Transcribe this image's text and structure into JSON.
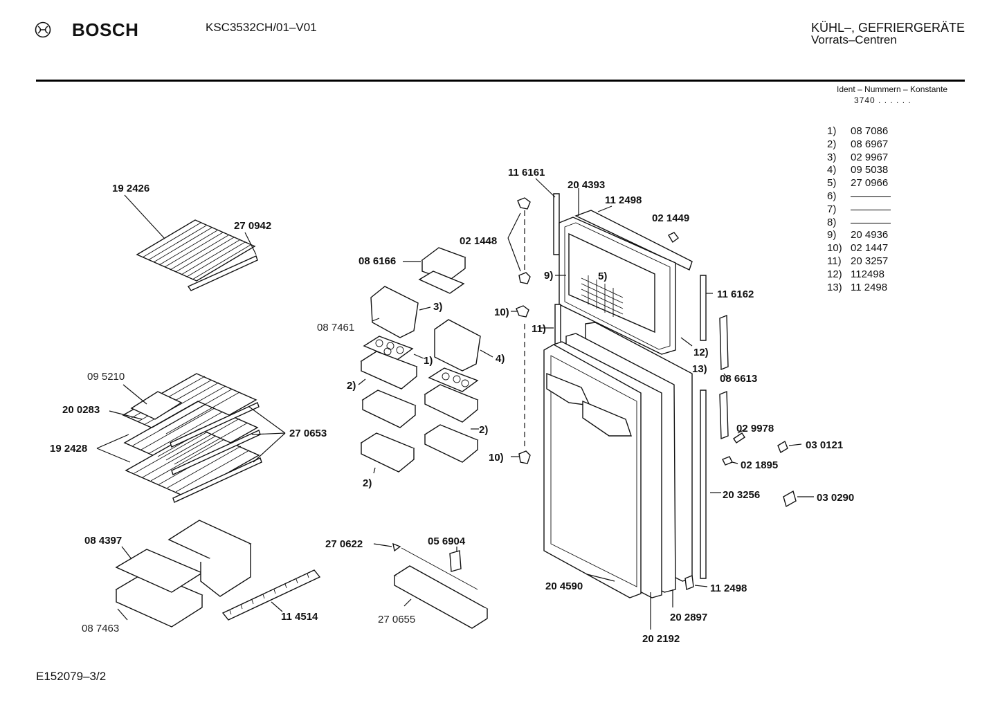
{
  "header": {
    "brand": "BOSCH",
    "model": "KSC3532CH/01–V01",
    "category_line1": "KÜHL–, GEFRIERGERÄTE",
    "category_line2": "Vorrats–Centren",
    "ident_heading": "Ident – Nummern – Konstante",
    "ident_value": "3740 . .   . . . ."
  },
  "legend": [
    {
      "key": "1)",
      "value": "08 7086"
    },
    {
      "key": "2)",
      "value": "08 6967"
    },
    {
      "key": "3)",
      "value": "02 9967"
    },
    {
      "key": "4)",
      "value": "09 5038"
    },
    {
      "key": "5)",
      "value": "27 0966"
    },
    {
      "key": "6)",
      "value": ""
    },
    {
      "key": "7)",
      "value": ""
    },
    {
      "key": "8)",
      "value": ""
    },
    {
      "key": "9)",
      "value": "20 4936"
    },
    {
      "key": "10)",
      "value": "02 1447"
    },
    {
      "key": "11)",
      "value": "20 3257"
    },
    {
      "key": "12)",
      "value": "112498"
    },
    {
      "key": "13)",
      "value": "11 2498"
    }
  ],
  "labels": {
    "p192426": "19 2426",
    "p270942": "27 0942",
    "p095210": "09 5210",
    "p200283": "20 0283",
    "p192428": "19 2428",
    "p270653": "27 0653",
    "p084397": "08 4397",
    "p087463": "08 7463",
    "p114514": "11 4514",
    "p086166": "08 6166",
    "p087461": "08 7461",
    "p021448": "02 1448",
    "c3": "3)",
    "c1": "1)",
    "c4": "4)",
    "c2a": "2)",
    "c2b": "2)",
    "c2c": "2)",
    "c10a": "10)",
    "c10b": "10)",
    "c9": "9)",
    "c5": "5)",
    "c11": "11)",
    "c12": "12)",
    "c13": "13)",
    "p116161": "11 6161",
    "p204393": "20 4393",
    "p112498a": "11 2498",
    "p021449": "02 1449",
    "p116162": "11 6162",
    "p086613": "08 6613",
    "p029978": "02 9978",
    "p030121": "03 0121",
    "p021895": "02 1895",
    "p203256": "20 3256",
    "p030290": "03 0290",
    "p270622": "27 0622",
    "p056904": "05 6904",
    "p270655": "27 0655",
    "p204590": "20 4590",
    "p112498b": "11 2498",
    "p202897": "20 2897",
    "p202192": "20 2192"
  },
  "footer": "E152079–3/2",
  "icons": [
    "bosch-logo-icon"
  ]
}
